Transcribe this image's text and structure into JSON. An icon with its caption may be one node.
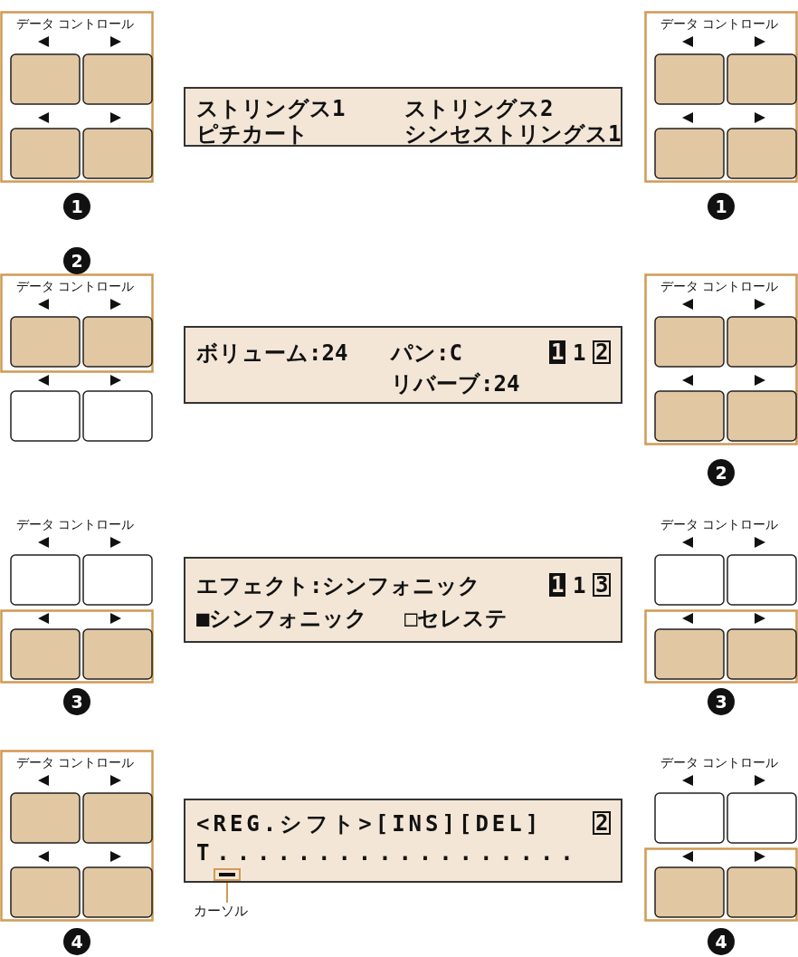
{
  "diagram": {
    "nodes": [
      {
        "text": [
          "ストリングス1",
          "ストリングス2",
          "ピチカート",
          "シンセストリングス1"
        ]
      },
      {
        "text": [
          "ボリューム:24",
          "パン:C",
          "1",
          "1",
          "2",
          "リバーブ:24"
        ]
      },
      {
        "text": [
          "エフェクト:シンフォニック",
          "1",
          "1",
          "3",
          "■シンフォニック",
          "□セレステ"
        ]
      },
      {
        "text": [
          "<REG.シフト>[INS][DEL]",
          "2",
          "T.................."
        ]
      },
      {
        "text": [],
        "shape": "box",
        "in": 3
      },
      {
        "text": [
          "カーソル"
        ]
      }
    ],
    "edges": [
      {
        "from": 5,
        "to": 4,
        "arrow": "none"
      }
    ],
    "labels": [
      "データ コントロール",
      "データ コントロール",
      "1",
      "1",
      "2",
      "データ コントロール",
      "データ コントロール",
      "2",
      "データ コントロール",
      "データ コントロール",
      "3",
      "3",
      "データ コントロール",
      "データ コントロール",
      "4",
      "4"
    ]
  }
}
